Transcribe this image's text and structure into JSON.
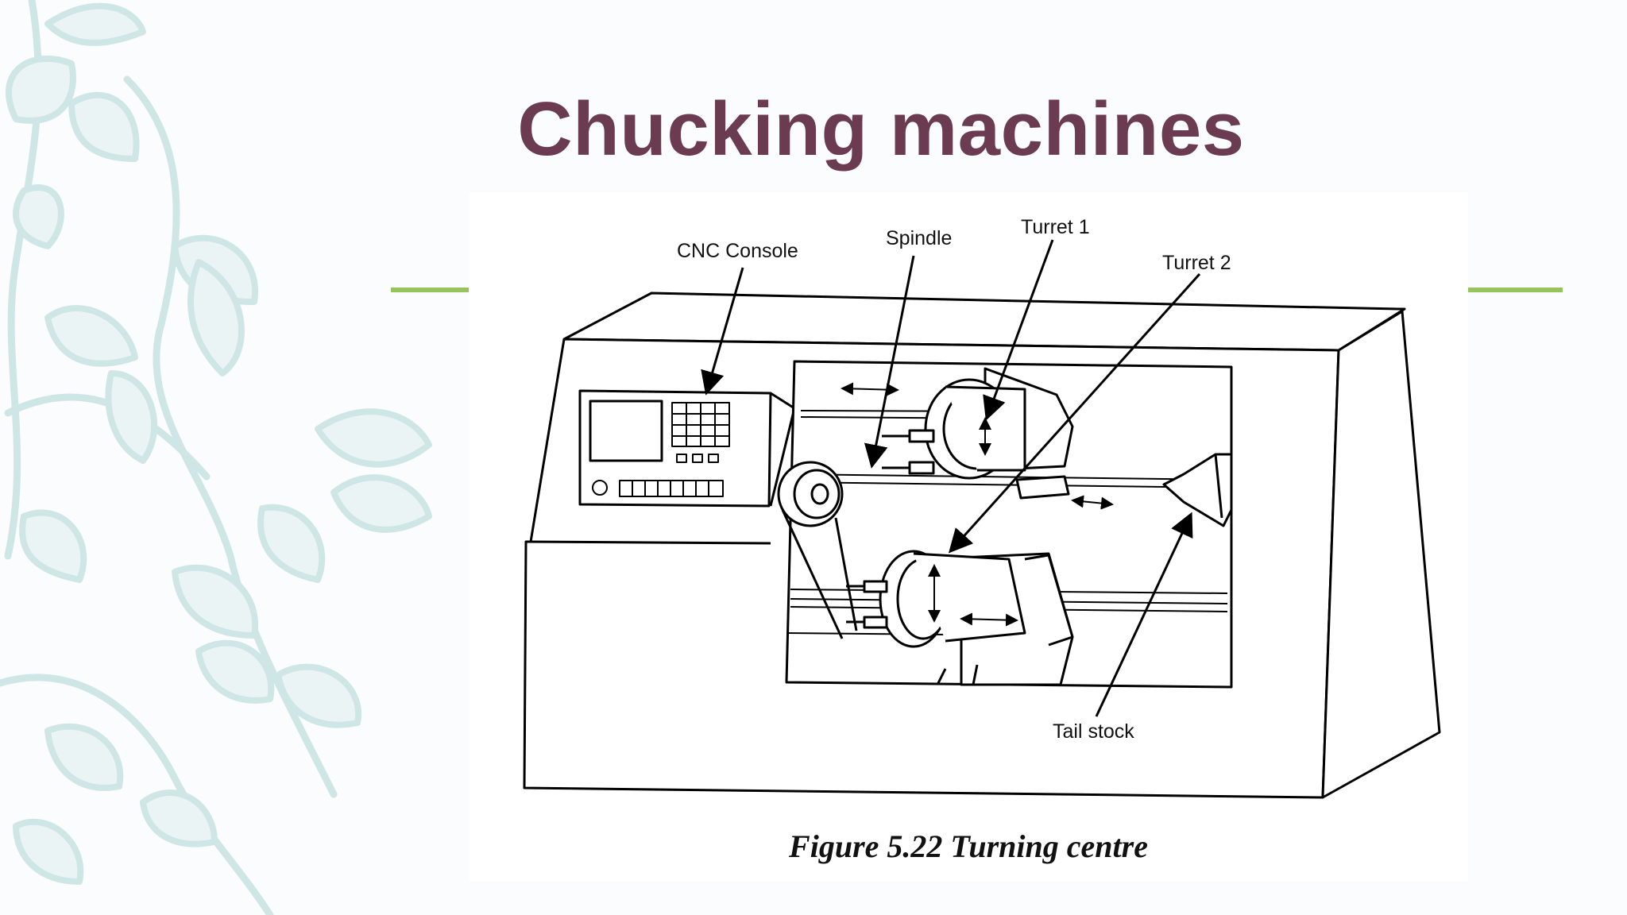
{
  "slide": {
    "title": "Chucking machines",
    "accent_color": "#97c45a",
    "title_color": "#6b3b52",
    "decoration": "leaf-vine"
  },
  "figure": {
    "labels": {
      "cnc_console": "CNC Console",
      "spindle": "Spindle",
      "turret1": "Turret 1",
      "turret2": "Turret 2",
      "tail_stock": "Tail stock"
    },
    "caption": "Figure 5.22 Turning centre"
  }
}
